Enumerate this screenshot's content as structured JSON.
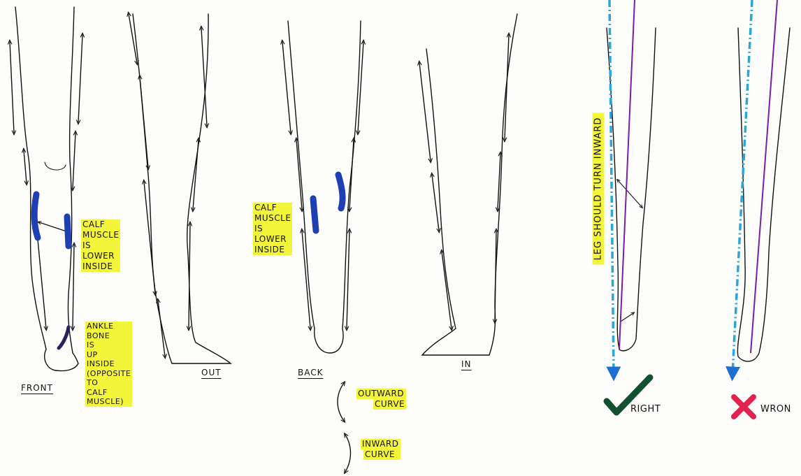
{
  "views": {
    "front": "FRONT",
    "out": "OUT",
    "back": "BACK",
    "in": "IN"
  },
  "notes": {
    "calf_front": [
      "CALF",
      "MUSCLE",
      "IS",
      "LOWER",
      "INSIDE"
    ],
    "ankle_front": [
      "ANKLE",
      "BONE",
      "IS",
      "UP",
      "INSIDE",
      "(OPPOSITE",
      "TO",
      "CALF",
      "MUSCLE)"
    ],
    "calf_back": [
      "CALF",
      "MUSCLE",
      "IS",
      "LOWER",
      "INSIDE"
    ],
    "leg_turn": "LEG SHOULD TURN INWARD"
  },
  "legend": {
    "outward": [
      "OUTWARD",
      "CURVE"
    ],
    "inward": [
      "INWARD",
      "CURVE"
    ]
  },
  "verdicts": {
    "right": "RIGHT",
    "wrong": "WRON"
  },
  "colors": {
    "highlight": "#f3f53a",
    "calf_marker": "#1f3fb3",
    "guide_dashed": "#2aa6d8",
    "guide_axis": "#7a1fa2",
    "check": "#12502f",
    "cross": "#e0234f",
    "ink": "#111111"
  }
}
